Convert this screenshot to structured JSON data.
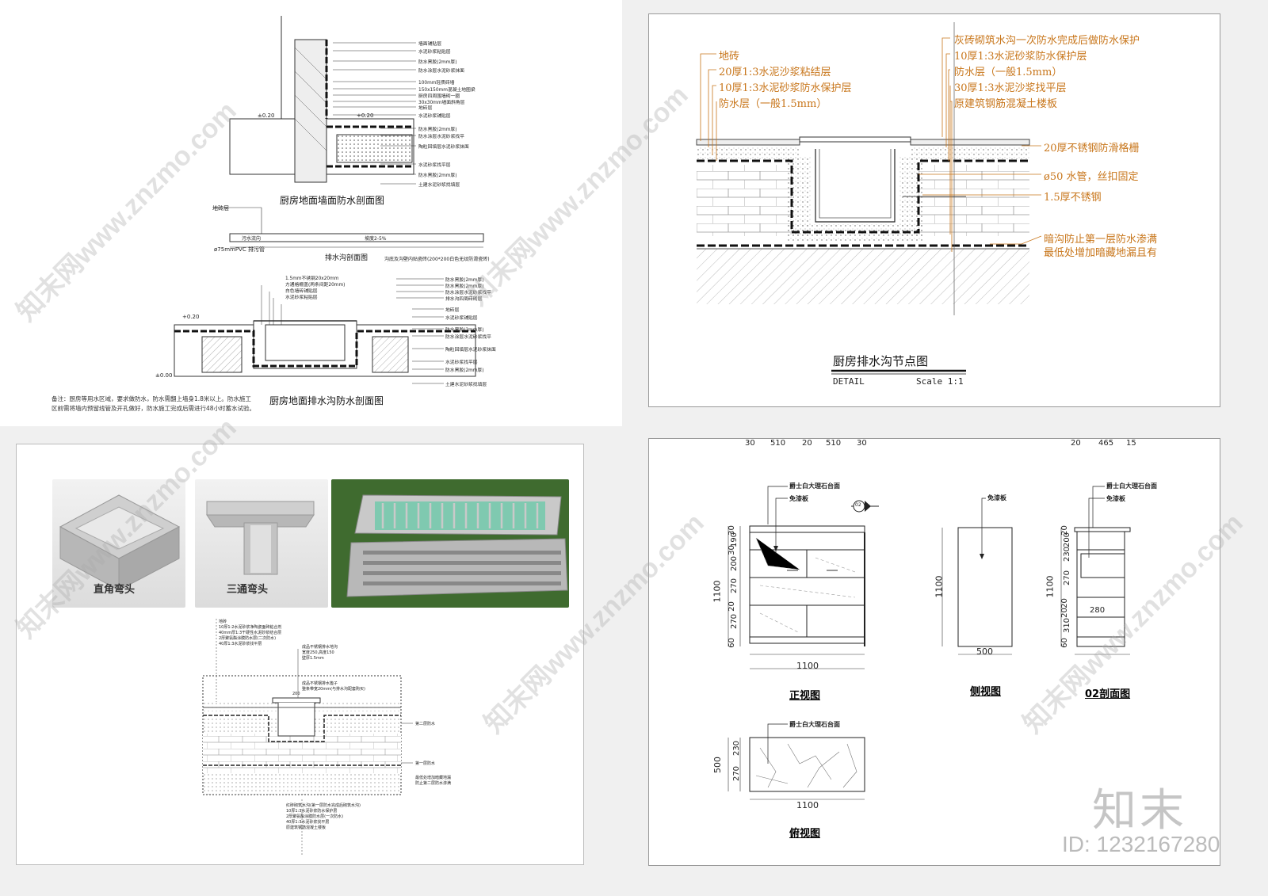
{
  "panel1": {
    "title_wall": "厨房地面墙面防水剖面图",
    "title_trench": "排水沟剖面图",
    "title_floor": "厨房地面排水沟防水剖面图",
    "note_line1": "备注：厨房等用水区域，要求做防水，防水需翻上墙身1.8米以上。防水施工",
    "note_line2": "区前需将墙内预留线管及开孔做好，防水施工完成后需进行48小时蓄水试验。",
    "label_tile": "地砖层",
    "pipe_label": "ø75mmPVC 排污管",
    "trench_fill": "污水流向",
    "trench_slope": "坡度2-5%",
    "trench_note": "沟底及沟壁内贴瓷砖(200*200白色无纹防滑瓷砖)",
    "level_020": "±0.20",
    "level_plus020": "+0.20",
    "level_000": "±0.00",
    "wall_labels": [
      "墙面铺贴层",
      "水泥砂浆粘贴层",
      "防水黑胶(2mm厚)",
      "防水涂层水泥砂浆抹面",
      "100mm轻质砖墙",
      "150x150mm混凝土地圈梁",
      "厨房四周围墙砌一圈",
      "30x30mm墙面斜角层",
      "地砖层",
      "水泥砂浆铺贴层",
      "防水黑胶(2mm厚)",
      "防水涂层水泥砂浆找平",
      "陶粒回填层水泥砂浆抹面",
      "水泥砂浆找平层",
      "防水黑胶(2mm厚)",
      "土建水泥砂浆找填层"
    ],
    "floor_top_labels": [
      "1.5mm不锈钢20x20mm",
      "方通格栅盖(两条间距20mm)",
      "白色墙砖铺贴层",
      "水泥砂浆粘贴层"
    ],
    "floor_right_labels": [
      "防水黑胶(2mm厚)",
      "防水黑胶(2mm厚)",
      "防水涂层水泥砂浆找平",
      "排水沟四周砖砌层",
      "地砖层",
      "水泥砂浆铺贴层",
      "防水黑胶(2mm厚)",
      "防水涂层水泥砂浆找平",
      "陶粒回填层水泥砂浆抹面",
      "水泥砂浆找平层",
      "防水黑胶(2mm厚)",
      "土建水泥砂浆找填层"
    ]
  },
  "panel2": {
    "left_labels": [
      "地砖",
      "20厚1:3水泥沙浆粘结层",
      "10厚1:3水泥砂浆防水保护层",
      "防水层（一般1.5mm）"
    ],
    "right_labels": [
      "灰砖砌筑水沟一次防水完成后做防水保护",
      "10厚1:3水泥砂浆防水保护层",
      "防水层（一般1.5mm）",
      "30厚1:3水泥沙浆找平层",
      "原建筑钢筋混凝土楼板"
    ],
    "side_labels": [
      "20厚不锈钢防滑格栅",
      "ø50 水管，丝扣固定",
      "1.5厚不锈钢",
      "暗沟防止第一层防水渗满",
      "最低处增加暗藏地漏且有"
    ],
    "title": "厨房排水沟节点图",
    "detail": "DETAIL",
    "scale": "Scale 1:1"
  },
  "panel3": {
    "photo1_label": "直角弯头",
    "photo2_label": "三通弯头",
    "top_labels": [
      "地砖",
      "10厚1:2水泥砂浆净陶瓷面砖粘合剂",
      "40mm厚1:3干硬性水泥砂浆结合层",
      "2厚聚氨酯涂膜防水层(二次防水)",
      "40厚1:3水泥砂浆找平层"
    ],
    "mid_labels": [
      "成品不锈钢排水地沟",
      "宽度250,高度150",
      "壁厚1.5mm"
    ],
    "cover_labels": [
      "成品不锈钢排水篦子",
      "整条带宽20mm(与排水沟配套购买)"
    ],
    "dim_200": "200",
    "right_labels": [
      "第二层防水",
      "第一层防水",
      "最低处增加暗藏地漏",
      "防止第二层防水渗满"
    ],
    "bottom_labels": [
      "红砖砌筑水沟(第一层防水完成后砌筑水沟)",
      "10厚1:3水泥砂浆防水保护层",
      "2厚聚氨酯涂膜防水层(一次防水)",
      "40厚1:3水泥砂浆找平层",
      "原建筑钢筋混凝土楼板"
    ]
  },
  "panel4": {
    "front": {
      "label_top": "爵士白大理石台面",
      "label_sub": "免漆板",
      "section_mark": "02",
      "vert_dims": [
        "30",
        "190",
        "30",
        "200",
        "270",
        "20",
        "270",
        "60"
      ],
      "total_h": "1100",
      "horiz_dims": [
        "30",
        "510",
        "20",
        "510",
        "30"
      ],
      "total_w": "1100",
      "title": "正视图"
    },
    "side": {
      "label": "免漆板",
      "total_h": "1100",
      "width": "500",
      "title": "侧视图"
    },
    "section": {
      "label_top": "爵士白大理石台面",
      "label_sub": "免漆板",
      "vert_dims": [
        "20",
        "200",
        "230",
        "270",
        "20",
        "20",
        "310",
        "60"
      ],
      "total_h": "1100",
      "inner_dim": "280",
      "horiz_dims": [
        "20",
        "465",
        "15"
      ],
      "title": "02剖面图"
    },
    "top": {
      "label": "爵士白大理石台面",
      "vert_dims": [
        "230",
        "270"
      ],
      "total_h": "500",
      "width": "1100",
      "title": "俯视图"
    }
  },
  "watermark": {
    "site": "www.znzmo.com",
    "brand": "知末网",
    "logo": "知末",
    "id": "ID: 1232167280"
  }
}
